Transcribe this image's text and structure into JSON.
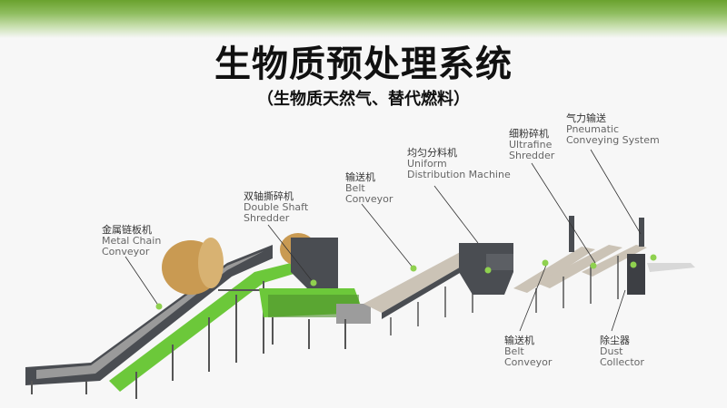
{
  "header": {
    "title": "生物质预处理系统",
    "subtitle": "（生物质天然气、替代燃料）",
    "accent_color": "#6aa22e"
  },
  "equipment": [
    {
      "id": "metal-chain-conveyor",
      "zh": "金属链板机",
      "en": [
        "Metal Chain",
        "Conveyor"
      ]
    },
    {
      "id": "double-shaft-shredder",
      "zh": "双轴撕碎机",
      "en": [
        "Double Shaft",
        "Shredder"
      ]
    },
    {
      "id": "belt-conveyor-1",
      "zh": "输送机",
      "en": [
        "Belt",
        "Conveyor"
      ]
    },
    {
      "id": "uniform-distribution-machine",
      "zh": "均匀分料机",
      "en": [
        "Uniform",
        "Distribution Machine"
      ]
    },
    {
      "id": "ultrafine-shredder",
      "zh": "细粉碎机",
      "en": [
        "Ultrafine",
        "Shredder"
      ]
    },
    {
      "id": "pneumatic-conveying-system",
      "zh": "气力输送",
      "en": [
        "Pneumatic",
        "Conveying System"
      ]
    },
    {
      "id": "belt-conveyor-2",
      "zh": "输送机",
      "en": [
        "Belt",
        "Conveyor"
      ]
    },
    {
      "id": "dust-collector",
      "zh": "除尘器",
      "en": [
        "Dust",
        "Collector"
      ]
    }
  ],
  "colors": {
    "machine_green": "#6cc83a",
    "machine_dark": "#4a4d52",
    "belt_beige": "#cbc3b6",
    "marker_dot": "#8fd14f",
    "bale": "#c99a52"
  }
}
